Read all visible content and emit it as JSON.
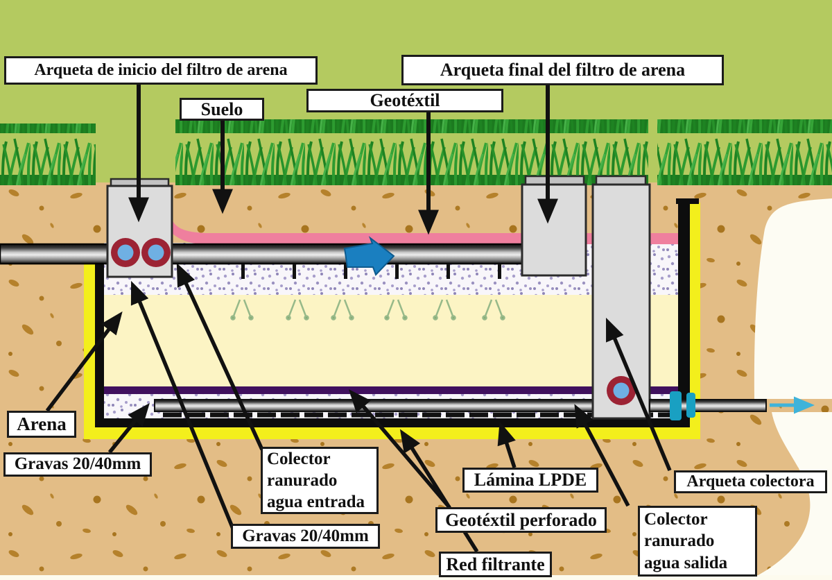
{
  "diagram": {
    "subject": "sand filter cross-section",
    "labels": {
      "arqueta_inicio": "Arqueta de inicio del filtro de arena",
      "arqueta_final": "Arqueta final del filtro de arena",
      "suelo": "Suelo",
      "geotextil": "Geotéxtil",
      "arena": "Arena",
      "gravas_superior": "Gravas 20/40mm",
      "colector_entrada": "Colector\nranurado\nagua entrada",
      "gravas_inferior": "Gravas 20/40mm",
      "lamina_lpde": "Lámina LPDE",
      "arqueta_colectora": "Arqueta colectora",
      "geotextil_perforado": "Geotéxtil perforado",
      "colector_salida": "Colector\nranurado\nagua salida",
      "red_filtrante": "Red filtrante"
    },
    "colors": {
      "sky_green": "#b4ca60",
      "grass_green": "#1c7a1f",
      "soil_tan": "#e3bd86",
      "soil_speckle": "#b07e2a",
      "geotextile_pink": "#ef7f9e",
      "gravel_white": "#f8f6fa",
      "gravel_dot": "#a79ecb",
      "sand_yellow": "#fcf4c4",
      "perforated_geotextile_purple": "#40105e",
      "lamina_yellow": "#f3ef1c",
      "chamber_gray": "#dcdcdc",
      "pipe_ring_red": "#9c2334",
      "pipe_core_blue": "#6fb0e3",
      "flow_blue": "#1a7fc0",
      "outlet_cyan": "#3fb3d9",
      "line_black": "#111111"
    }
  }
}
